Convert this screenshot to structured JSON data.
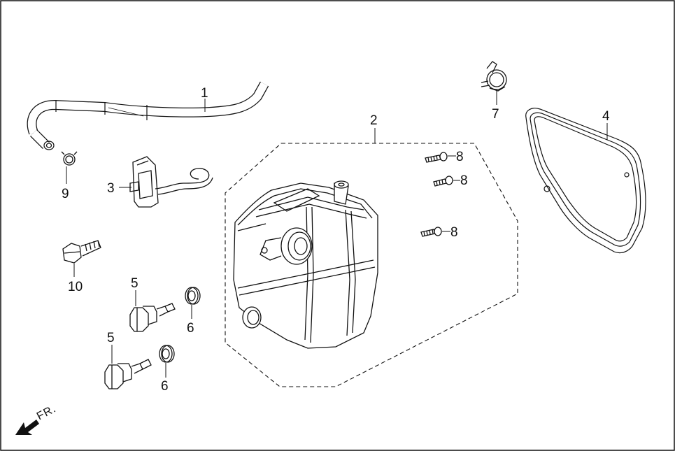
{
  "diagram": {
    "callouts": {
      "c1": "1",
      "c2": "2",
      "c3": "3",
      "c4": "4",
      "c5a": "5",
      "c5b": "5",
      "c6a": "6",
      "c6b": "6",
      "c7": "7",
      "c8a": "8",
      "c8b": "8",
      "c8c": "8",
      "c9": "9",
      "c10": "10"
    },
    "front_indicator": "FR."
  }
}
